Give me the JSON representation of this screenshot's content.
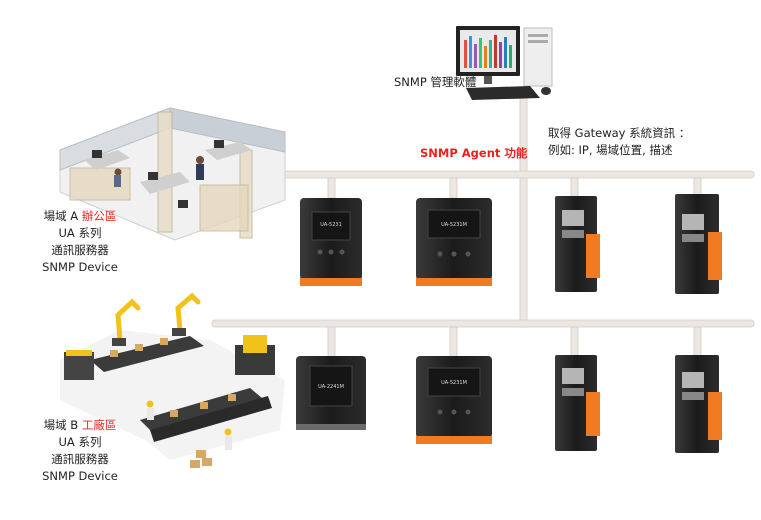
{
  "colors": {
    "highlight": "#e8231c",
    "network_line": "#ece7e2",
    "network_line_edge": "#d2cbc4",
    "device_body": "#1e1e1e",
    "device_terminal": "#f07b22"
  },
  "snmp_manager": {
    "label": "SNMP 管理軟體"
  },
  "agent_function": "SNMP Agent 功能",
  "info_note": {
    "line1": "取得 Gateway 系統資訊 ：",
    "line2": "例如: IP, 場域位置, 描述"
  },
  "site_a": {
    "prefix": "場域 A ",
    "highlight": "辦公區",
    "line2": "UA 系列",
    "line3": "通訊服務器",
    "line4": "SNMP Device"
  },
  "site_b": {
    "prefix": "場域 B ",
    "highlight": "工廠區",
    "line2": "UA 系列",
    "line3": "通訊服務器",
    "line4": "SNMP Device"
  },
  "devices": {
    "row1": [
      {
        "model": "UA-5231",
        "kind": "panel"
      },
      {
        "model": "UA-5231M",
        "kind": "panel-wide"
      },
      {
        "model": "",
        "kind": "din-rail"
      },
      {
        "model": "",
        "kind": "din-rail"
      }
    ],
    "row2": [
      {
        "model": "UA-2241M",
        "kind": "box"
      },
      {
        "model": "UA-5231M",
        "kind": "panel-wide"
      },
      {
        "model": "",
        "kind": "din-rail"
      },
      {
        "model": "",
        "kind": "din-rail"
      }
    ]
  }
}
